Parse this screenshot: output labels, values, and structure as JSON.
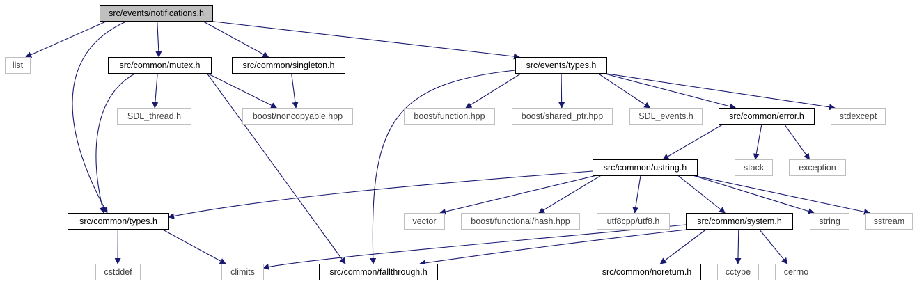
{
  "colors": {
    "edge": "#191970",
    "root_fill": "#bfbfbf",
    "local_stroke": "#000000",
    "system_stroke": "#bfbfbf",
    "system_text": "#404040",
    "local_text": "#000000"
  },
  "nodes": [
    {
      "id": "notifications",
      "label": "src/events/notifications.h",
      "kind": "root"
    },
    {
      "id": "list",
      "label": "list",
      "kind": "system"
    },
    {
      "id": "mutex",
      "label": "src/common/mutex.h",
      "kind": "local"
    },
    {
      "id": "singleton",
      "label": "src/common/singleton.h",
      "kind": "local"
    },
    {
      "id": "events_types",
      "label": "src/events/types.h",
      "kind": "local"
    },
    {
      "id": "sdl_thread",
      "label": "SDL_thread.h",
      "kind": "system"
    },
    {
      "id": "noncopyable",
      "label": "boost/noncopyable.hpp",
      "kind": "system"
    },
    {
      "id": "function",
      "label": "boost/function.hpp",
      "kind": "system"
    },
    {
      "id": "shared_ptr",
      "label": "boost/shared_ptr.hpp",
      "kind": "system"
    },
    {
      "id": "sdl_events",
      "label": "SDL_events.h",
      "kind": "system"
    },
    {
      "id": "error",
      "label": "src/common/error.h",
      "kind": "local"
    },
    {
      "id": "stdexcept",
      "label": "stdexcept",
      "kind": "system"
    },
    {
      "id": "stack",
      "label": "stack",
      "kind": "system"
    },
    {
      "id": "exception",
      "label": "exception",
      "kind": "system"
    },
    {
      "id": "ustring",
      "label": "src/common/ustring.h",
      "kind": "local"
    },
    {
      "id": "common_types",
      "label": "src/common/types.h",
      "kind": "local"
    },
    {
      "id": "vector",
      "label": "vector",
      "kind": "system"
    },
    {
      "id": "hash",
      "label": "boost/functional/hash.hpp",
      "kind": "system"
    },
    {
      "id": "utf8",
      "label": "utf8cpp/utf8.h",
      "kind": "system"
    },
    {
      "id": "system",
      "label": "src/common/system.h",
      "kind": "local"
    },
    {
      "id": "string",
      "label": "string",
      "kind": "system"
    },
    {
      "id": "sstream",
      "label": "sstream",
      "kind": "system"
    },
    {
      "id": "cstddef",
      "label": "cstddef",
      "kind": "system"
    },
    {
      "id": "climits",
      "label": "climits",
      "kind": "system"
    },
    {
      "id": "fallthrough",
      "label": "src/common/fallthrough.h",
      "kind": "local"
    },
    {
      "id": "noreturn",
      "label": "src/common/noreturn.h",
      "kind": "local"
    },
    {
      "id": "cctype",
      "label": "cctype",
      "kind": "system"
    },
    {
      "id": "cerrno",
      "label": "cerrno",
      "kind": "system"
    }
  ],
  "edges": [
    [
      "notifications",
      "list"
    ],
    [
      "notifications",
      "common_types"
    ],
    [
      "notifications",
      "mutex"
    ],
    [
      "notifications",
      "singleton"
    ],
    [
      "notifications",
      "events_types"
    ],
    [
      "mutex",
      "common_types"
    ],
    [
      "mutex",
      "sdl_thread"
    ],
    [
      "mutex",
      "noncopyable"
    ],
    [
      "mutex",
      "fallthrough"
    ],
    [
      "singleton",
      "noncopyable"
    ],
    [
      "events_types",
      "fallthrough"
    ],
    [
      "events_types",
      "function"
    ],
    [
      "events_types",
      "shared_ptr"
    ],
    [
      "events_types",
      "sdl_events"
    ],
    [
      "events_types",
      "error"
    ],
    [
      "events_types",
      "stdexcept"
    ],
    [
      "error",
      "ustring"
    ],
    [
      "error",
      "stack"
    ],
    [
      "error",
      "exception"
    ],
    [
      "ustring",
      "common_types"
    ],
    [
      "ustring",
      "vector"
    ],
    [
      "ustring",
      "hash"
    ],
    [
      "ustring",
      "utf8"
    ],
    [
      "ustring",
      "system"
    ],
    [
      "ustring",
      "string"
    ],
    [
      "ustring",
      "sstream"
    ],
    [
      "common_types",
      "cstddef"
    ],
    [
      "common_types",
      "climits"
    ],
    [
      "system",
      "climits"
    ],
    [
      "system",
      "fallthrough"
    ],
    [
      "system",
      "noreturn"
    ],
    [
      "system",
      "cctype"
    ],
    [
      "system",
      "cerrno"
    ]
  ]
}
